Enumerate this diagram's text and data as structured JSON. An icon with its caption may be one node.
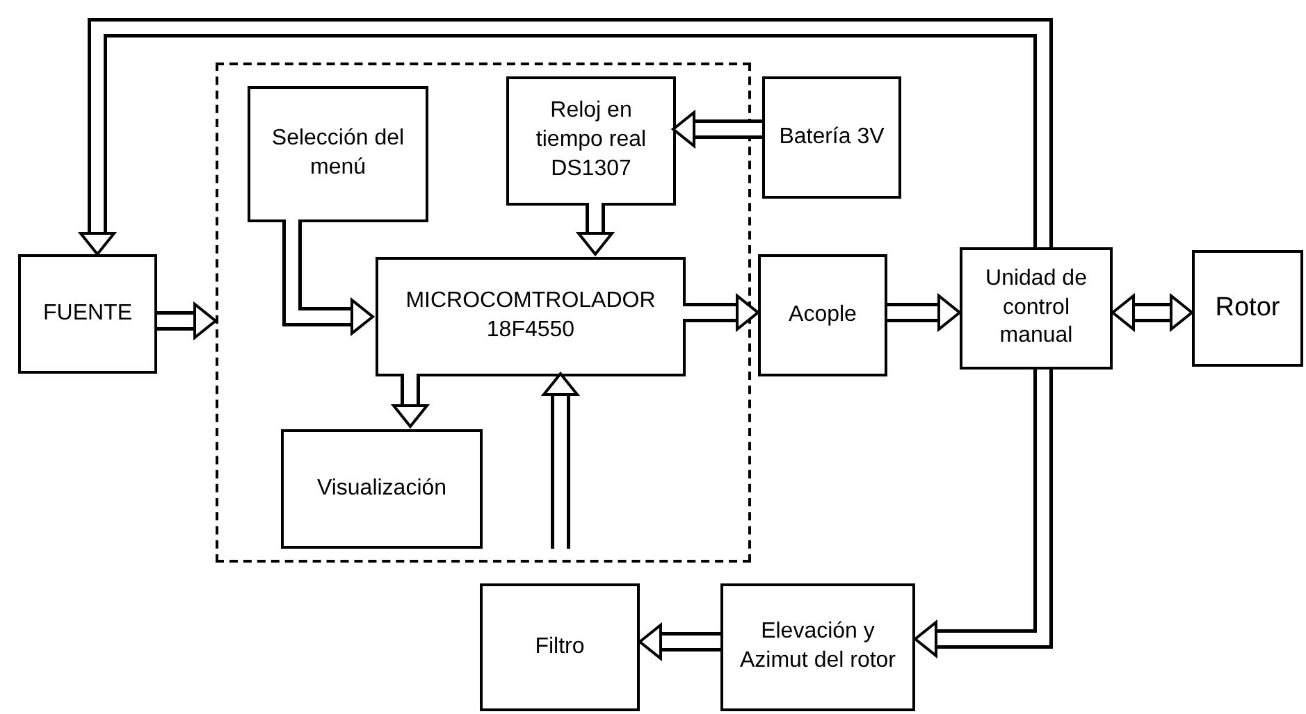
{
  "diagram": {
    "nodes": [
      {
        "text": [],
        "shape": "box"
      },
      {
        "text": [
          "Selección del menú"
        ],
        "in": 0
      },
      {
        "text": [
          "Reloj en tiempo real DS1307"
        ],
        "in": 0
      },
      {
        "text": [
          "Batería 3V"
        ]
      },
      {
        "text": [
          "FUENTE"
        ]
      },
      {
        "text": [
          "MICROCOMTROLADOR 18F4550"
        ],
        "in": 0
      },
      {
        "text": [
          "Acople"
        ]
      },
      {
        "text": [
          "Unidad de control manual"
        ]
      },
      {
        "text": [
          "Rotor"
        ]
      },
      {
        "text": [
          "Visualización"
        ],
        "in": 0
      },
      {
        "text": [
          "Filtro"
        ]
      },
      {
        "text": [
          "Elevación y Azimut del rotor"
        ]
      }
    ],
    "edges": [
      {
        "from": 3,
        "to": 2,
        "arrow": "to"
      },
      {
        "from": 2,
        "to": 5,
        "arrow": "to"
      },
      {
        "from": 1,
        "to": 5,
        "arrow": "to"
      },
      {
        "from": 4,
        "to": 0,
        "arrow": "to"
      },
      {
        "from": 5,
        "to": 6,
        "arrow": "to"
      },
      {
        "from": 6,
        "to": 7,
        "arrow": "to"
      },
      {
        "from": 7,
        "to": 8,
        "arrow": "both"
      },
      {
        "from": 5,
        "to": 9,
        "arrow": "to"
      },
      {
        "from": null,
        "to": 5,
        "arrow": "to"
      },
      {
        "from": 7,
        "to": 4,
        "arrow": "to"
      },
      {
        "from": 7,
        "to": 11,
        "arrow": "to"
      },
      {
        "from": 11,
        "to": 10,
        "arrow": "to"
      }
    ]
  }
}
